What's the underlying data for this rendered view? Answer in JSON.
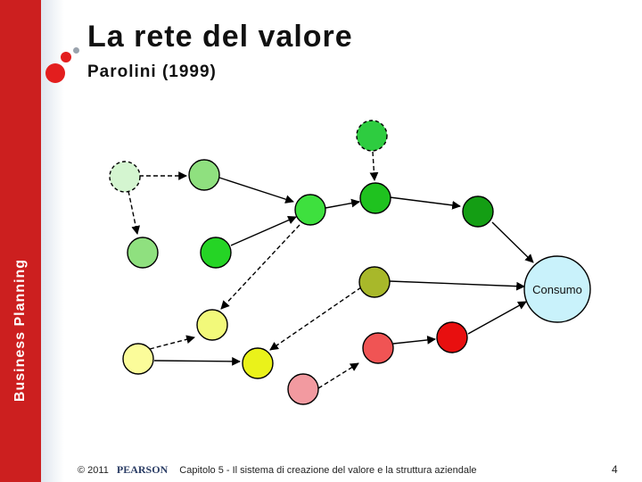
{
  "sidebar": {
    "label": "Business Planning"
  },
  "header": {
    "title": "La rete del valore",
    "subtitle": "Parolini (1999)"
  },
  "diagram": {
    "nodes": [
      {
        "id": "n-top",
        "color": "#2ecc40",
        "border": "dashed"
      },
      {
        "id": "n-light-1",
        "color": "#d4f5d0",
        "border": "dashed"
      },
      {
        "id": "n-light-2",
        "color": "#8fe07f",
        "border": "solid"
      },
      {
        "id": "n-light-3",
        "color": "#8fe07f",
        "border": "solid"
      },
      {
        "id": "n-green-1",
        "color": "#25d425",
        "border": "solid"
      },
      {
        "id": "n-green-2",
        "color": "#3ee03e",
        "border": "solid"
      },
      {
        "id": "n-green-3",
        "color": "#1fc21f",
        "border": "solid"
      },
      {
        "id": "n-green-4",
        "color": "#149e14",
        "border": "solid"
      },
      {
        "id": "n-olive",
        "color": "#a8b82a",
        "border": "solid"
      },
      {
        "id": "n-yellow-1",
        "color": "#f2f97a",
        "border": "solid"
      },
      {
        "id": "n-yellow-2",
        "color": "#fbfc9a",
        "border": "solid"
      },
      {
        "id": "n-yellow-3",
        "color": "#eaf21a",
        "border": "solid"
      },
      {
        "id": "n-red-1",
        "color": "#f05454",
        "border": "solid"
      },
      {
        "id": "n-red-2",
        "color": "#e80f0f",
        "border": "solid"
      },
      {
        "id": "n-pink",
        "color": "#f29aa0",
        "border": "solid"
      }
    ],
    "consumer": {
      "label": "Consumo",
      "color": "#c9f2fb"
    }
  },
  "footer": {
    "copyright": "© 2011",
    "publisher": "PEARSON",
    "caption": "Capitolo 5 - Il sistema di creazione del valore e la struttura aziendale",
    "page": "4"
  }
}
